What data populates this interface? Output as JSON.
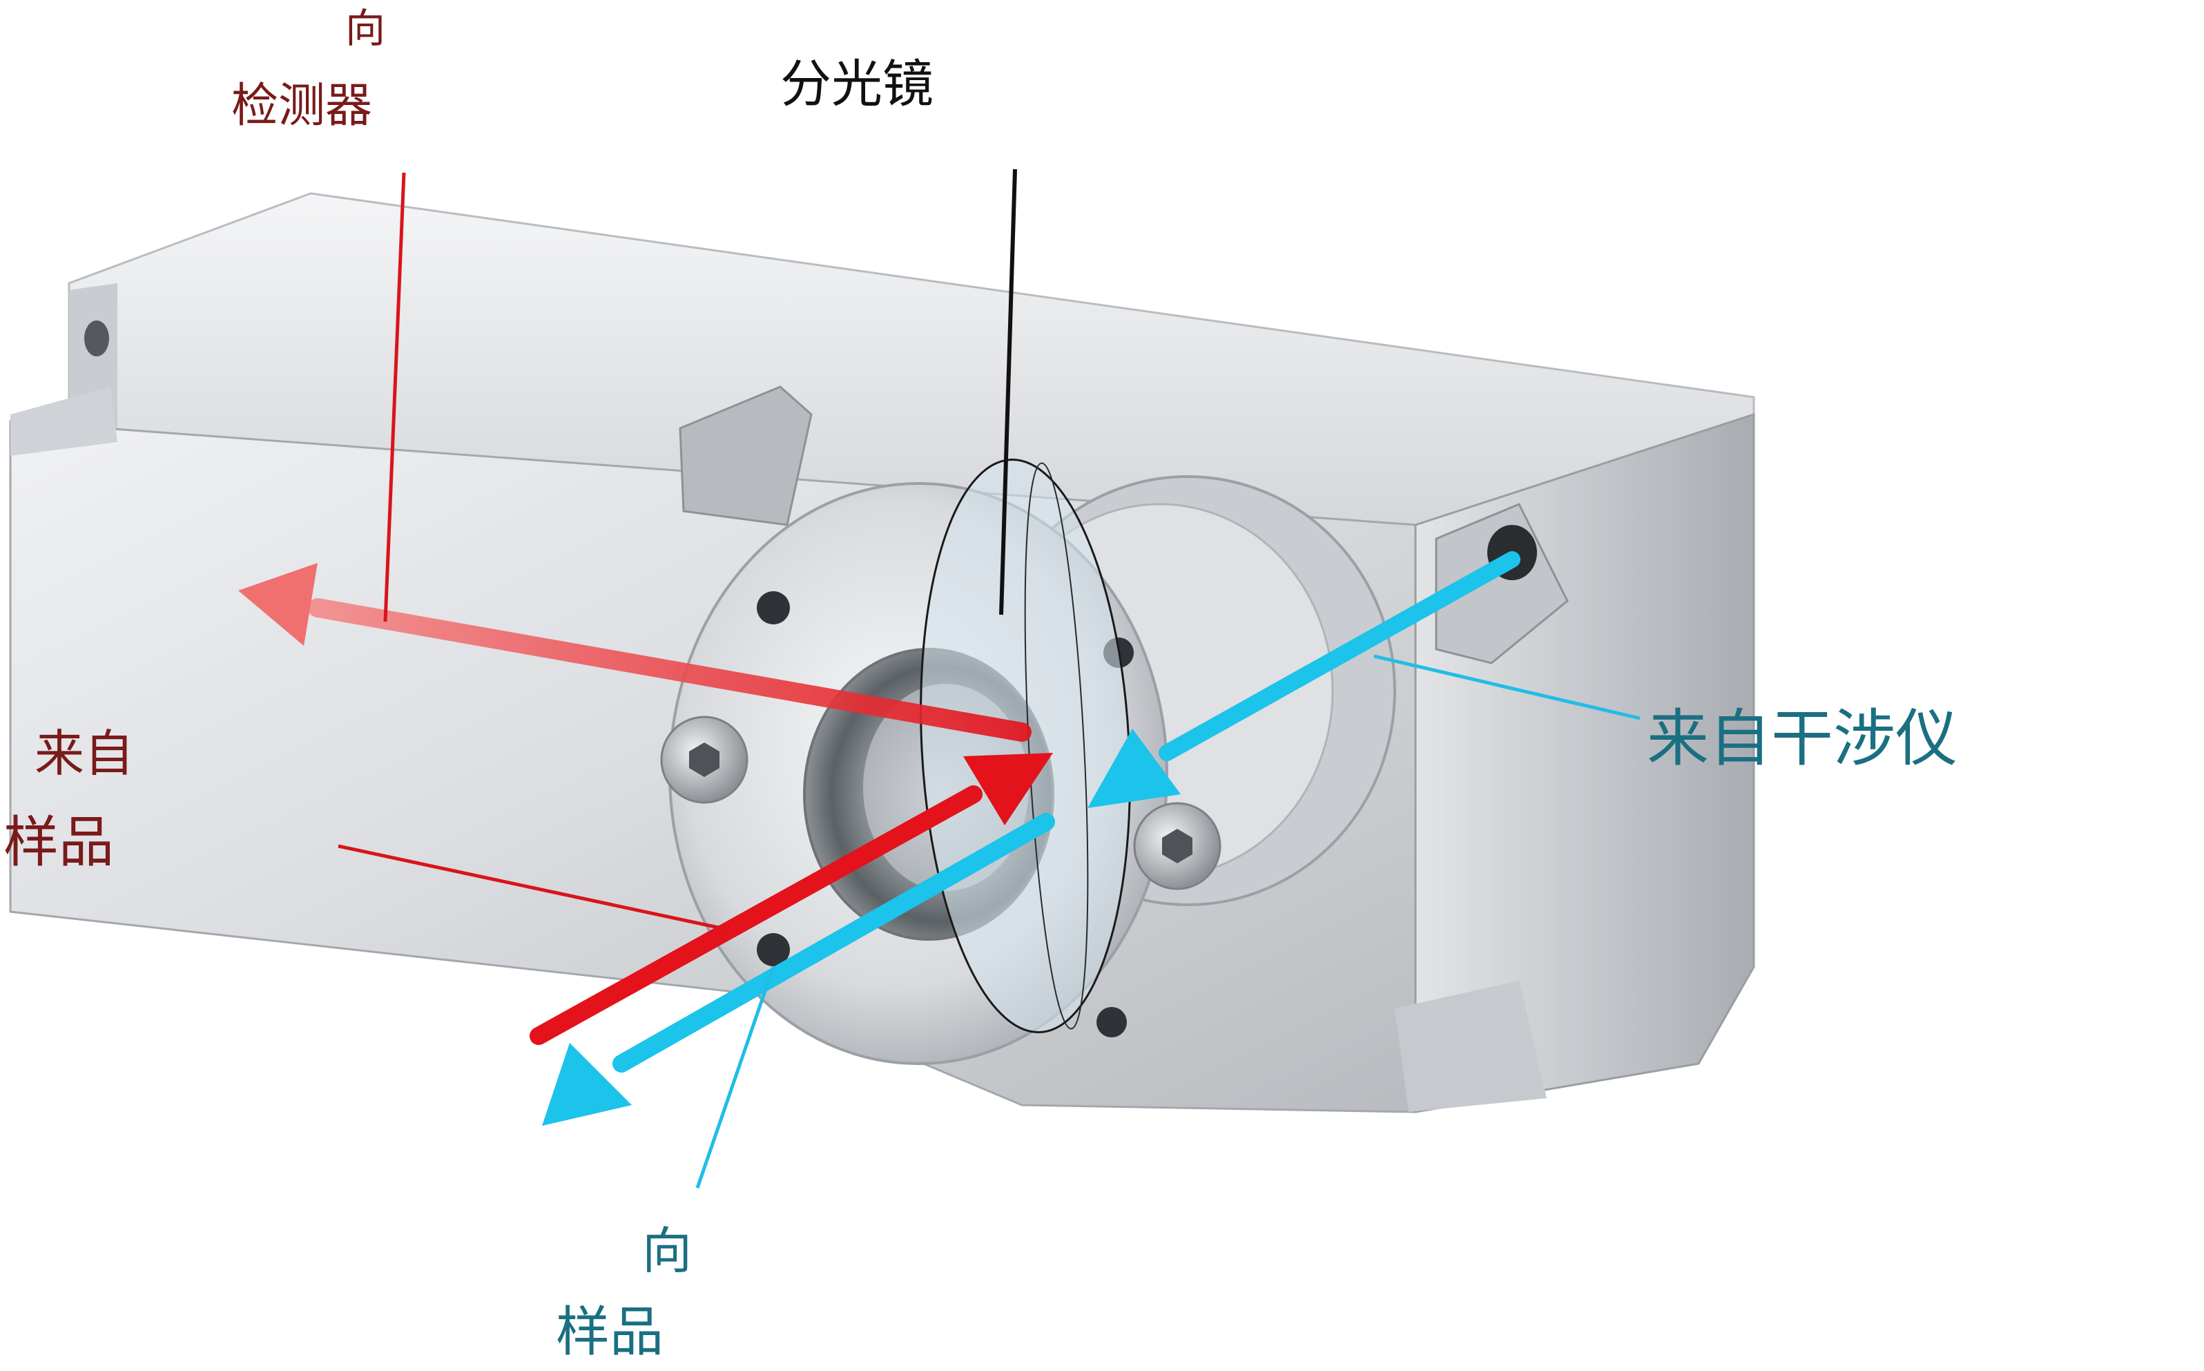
{
  "labels": {
    "to_detector_line1": "向",
    "to_detector_line2": "检测器",
    "beamsplitter": "分光镜",
    "from_sample_line1": "来自",
    "from_sample_line2": "样品",
    "from_interferometer": "来自干涉仪",
    "to_sample_line1": "向",
    "to_sample_line2": "样品"
  },
  "colors": {
    "detector_text": "#7a1a1a",
    "interferometer_text": "#1b6f82",
    "beamsplitter_text": "#111111",
    "red_beam": "#e3121b",
    "red_beam_faded": "#f07070",
    "cyan_beam": "#1cc3ea",
    "leader_red": "#d9141b",
    "leader_cyan": "#21bde6",
    "leader_black": "#111111"
  },
  "icons": {
    "device": "aluminum-beamsplitter-mount"
  }
}
